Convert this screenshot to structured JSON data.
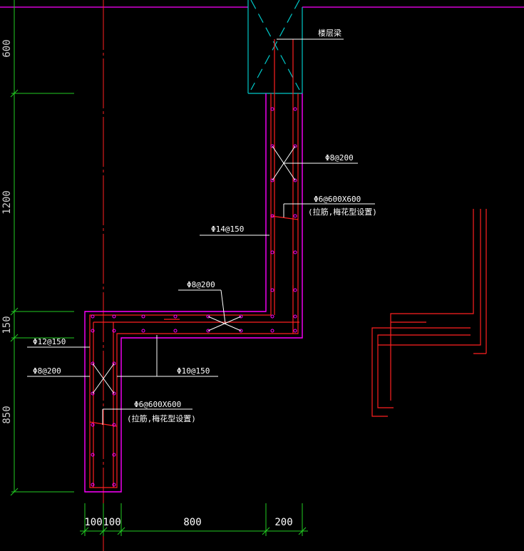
{
  "colors": {
    "background": "#000000",
    "outline": "#ff00ff",
    "rebar": "#ff2020",
    "dimension": "#22cc22",
    "beam": "#00c8c8",
    "text": "#ffffff",
    "leader": "#ffffff"
  },
  "labels": {
    "beam": "楼层梁",
    "upper_stirrup": "Φ8@200",
    "upper_tie": "Φ6@600X600",
    "upper_tie_note": "(拉筋,梅花型设置)",
    "upper_long_bar": "Φ14@150",
    "mid_stirrup": "Φ8@200",
    "left_bar": "Φ12@150",
    "lower_stirrup": "Φ8@200",
    "slab_bar": "Φ10@150",
    "lower_tie": "Φ6@600X600",
    "lower_tie_note": "(拉筋,梅花型设置)"
  },
  "dims_vertical": [
    "600",
    "1200",
    "150",
    "850"
  ],
  "dims_horizontal": [
    "100",
    "100",
    "800",
    "200"
  ]
}
